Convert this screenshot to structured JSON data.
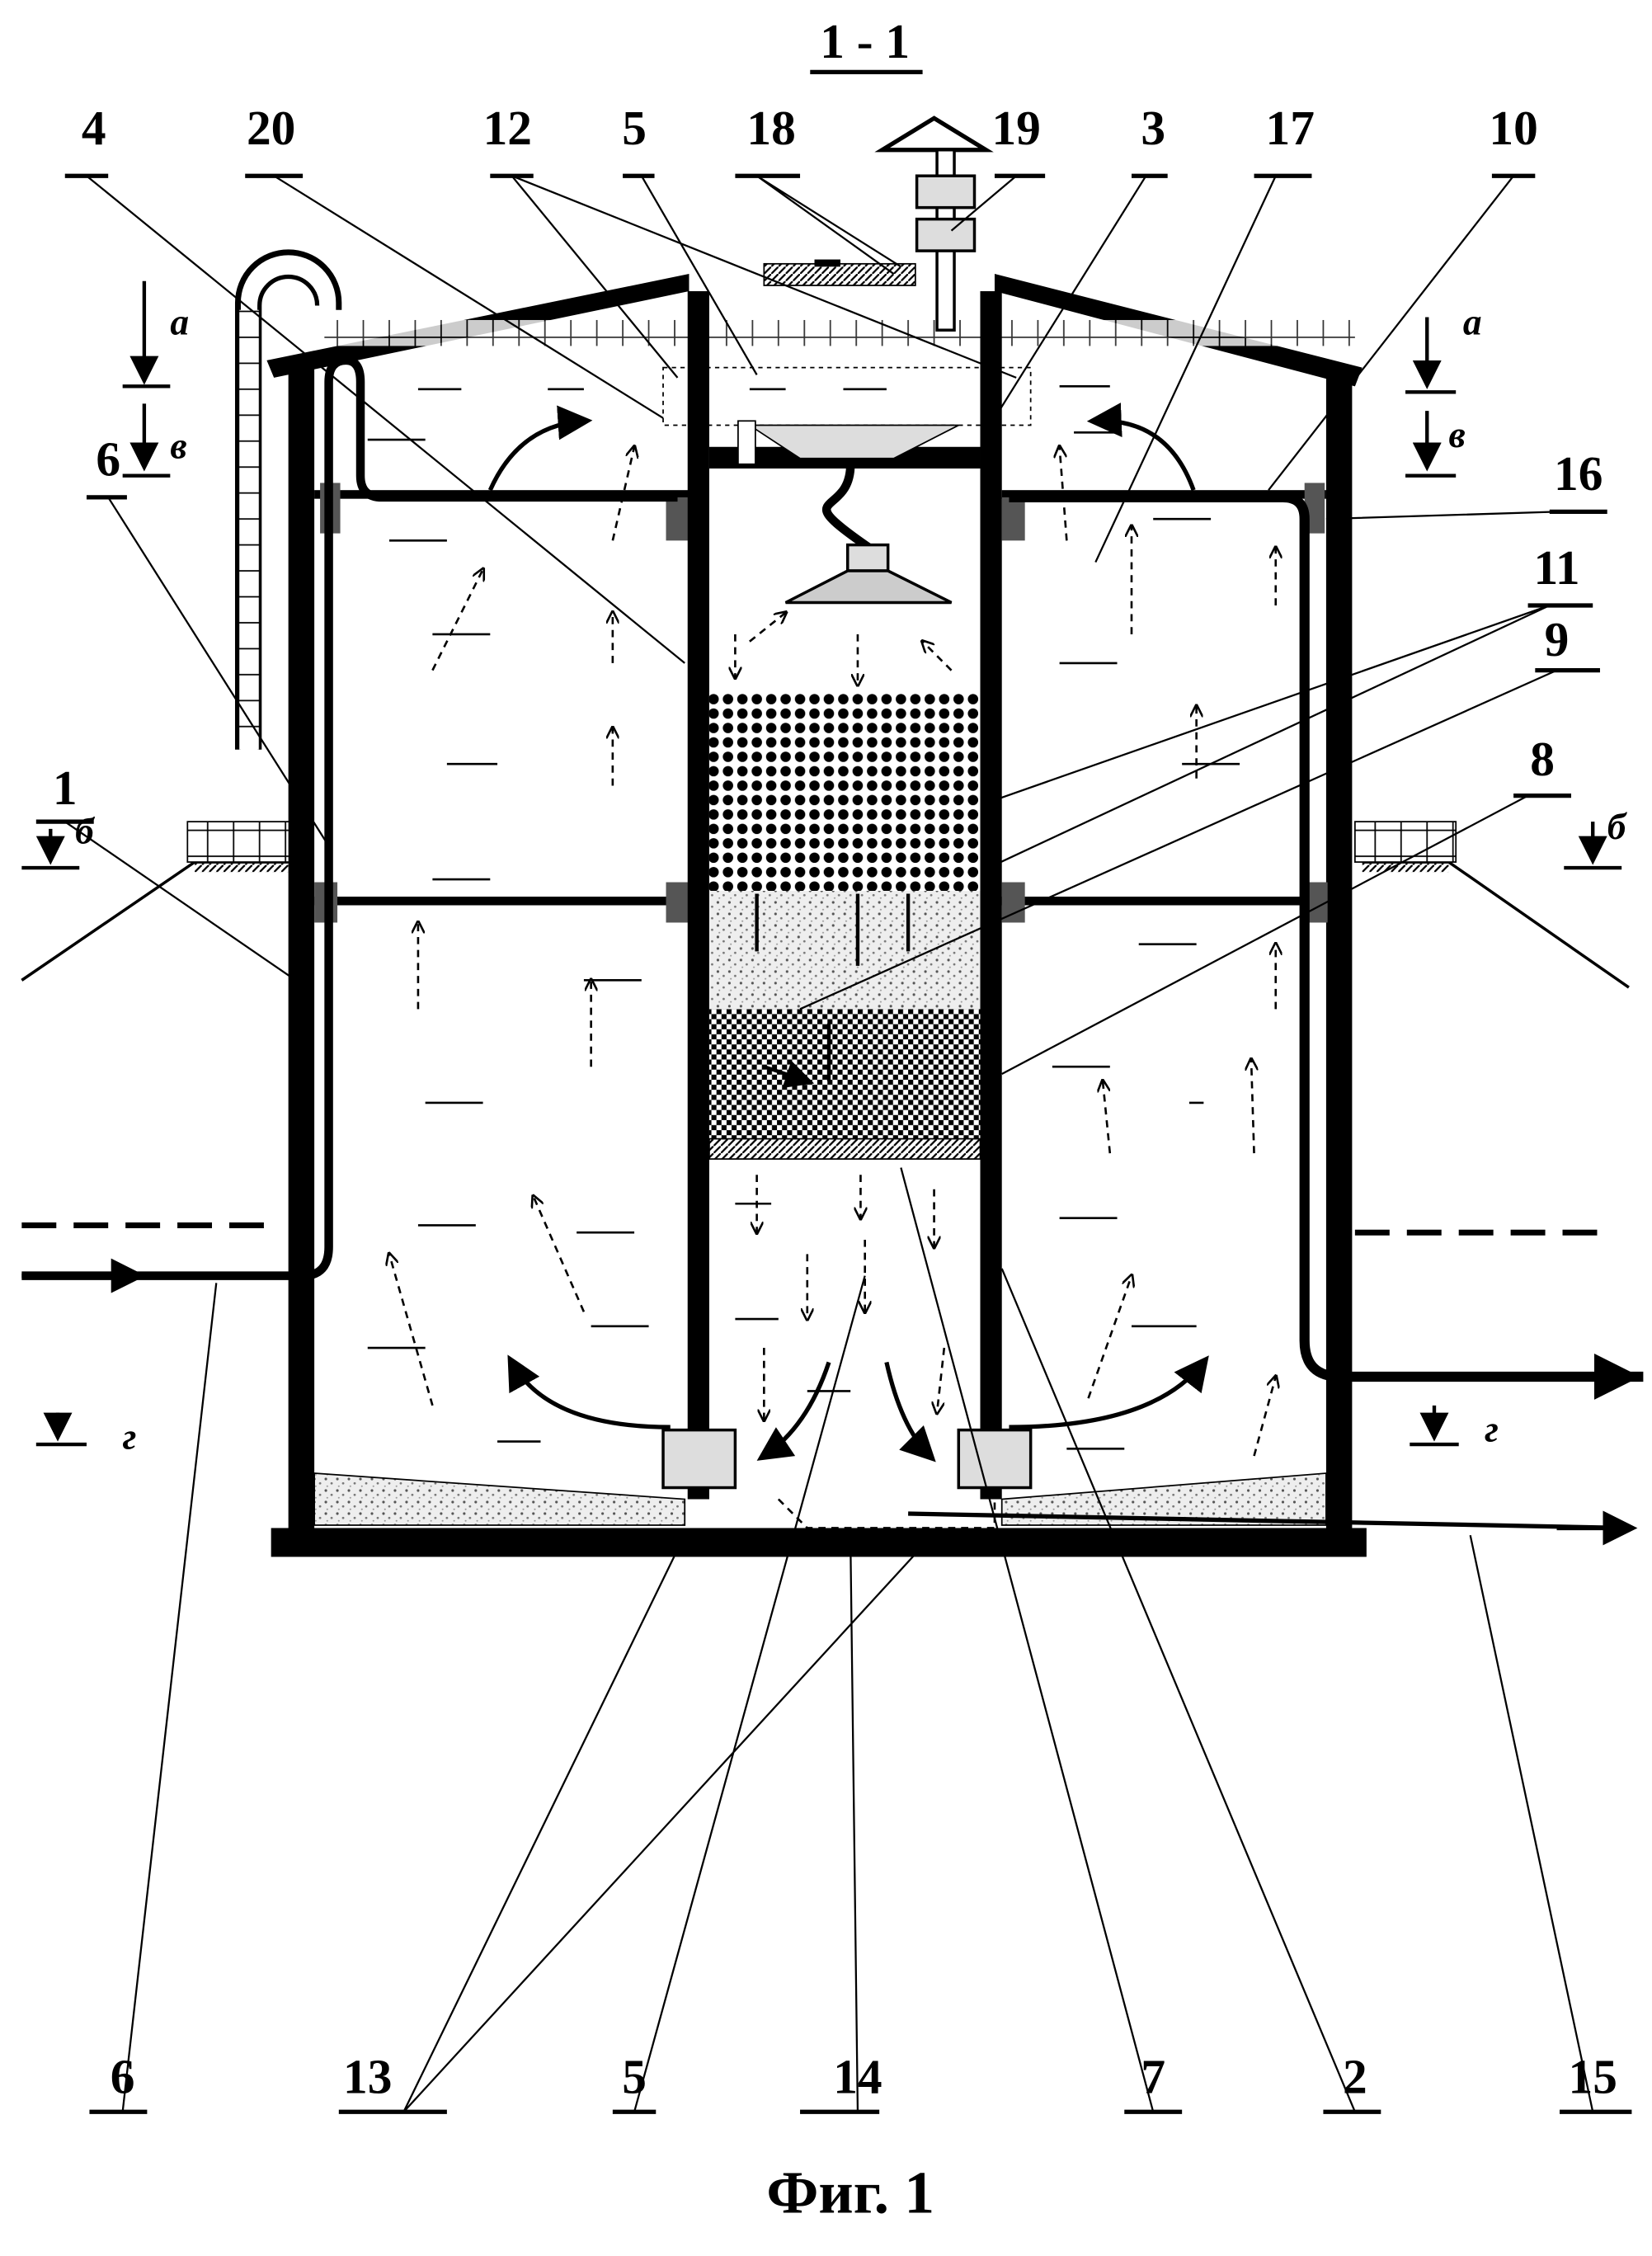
{
  "figure": {
    "section_title": "1 - 1",
    "caption": "Фиг. 1"
  },
  "labels_top": [
    "4",
    "20",
    "12",
    "5",
    "18",
    "19",
    "3",
    "17",
    "10"
  ],
  "labels_side_left": [
    "6",
    "1"
  ],
  "labels_side_right": [
    "16",
    "11",
    "9",
    "8"
  ],
  "labels_bottom": [
    "6",
    "13",
    "5",
    "14",
    "7",
    "2",
    "15"
  ],
  "section_marks": {
    "a": "а",
    "v": "в",
    "b": "б",
    "g": "г"
  }
}
